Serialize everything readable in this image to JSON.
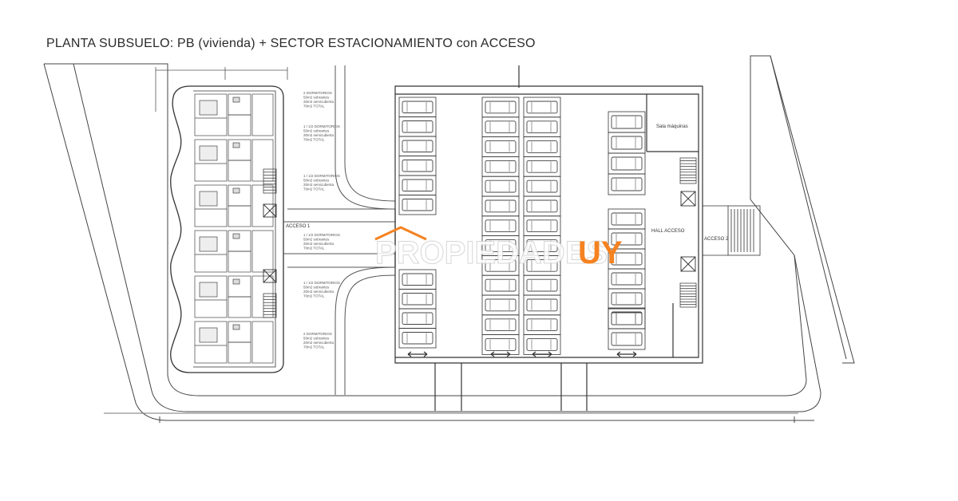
{
  "title": "PLANTA SUBSUELO: PB (vivienda) + SECTOR ESTACIONAMIENTO con ACCESO",
  "labels": {
    "acceso_1": "ACCESO 1",
    "acceso_2": "ACCESO 2",
    "hall_acceso": "HALL ACCESO",
    "sala_maquinas": "Sala máquinas"
  },
  "unit_notes": [
    [
      "2 DORMITORIOS",
      "50m2 sobrantes",
      "20m2 semicubierta",
      "70m2 TOTAL"
    ],
    [
      "1 / 1/2 DORMITORIOS",
      "50m2 sobrantes",
      "20m2 semicubierta",
      "70m2 TOTAL"
    ],
    [
      "1 / 1/2 DORMITORIOS",
      "50m2 sobrantes",
      "20m2 semicubierta",
      "70m2 TOTAL"
    ],
    [
      "1 / 1/2 DORMITORIOS",
      "50m2 sobrantes",
      "20m2 semicubierta",
      "70m2 TOTAL"
    ],
    [
      "1 / 1/2 DORMITORIOS",
      "50m2 sobrantes",
      "20m2 semicubierta",
      "70m2 TOTAL"
    ],
    [
      "2 DORMITORIOS",
      "50m2 sobrantes",
      "20m2 semicubierta",
      "70m2 TOTAL"
    ]
  ],
  "watermark": {
    "left": "PROPIEDADES",
    "right": "UY",
    "accent_color": "#f58220"
  },
  "colors": {
    "line": "#3a3a3a",
    "light_line": "#8a8a8a",
    "background": "#ffffff"
  }
}
